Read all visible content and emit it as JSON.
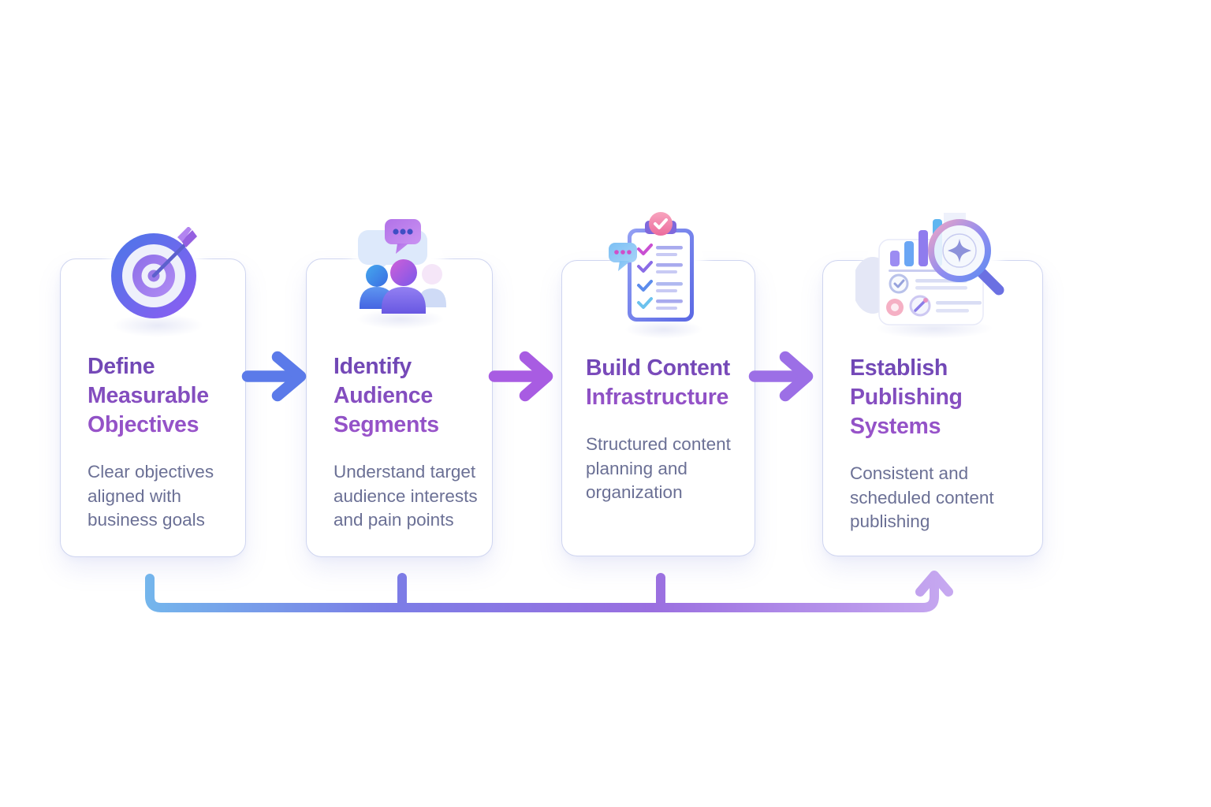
{
  "steps": [
    {
      "title": "Define Measurable Objectives",
      "description": "Clear objectives aligned with business goals",
      "icon": "target-bullseye-icon"
    },
    {
      "title": "Identify Audience Segments",
      "description": "Understand target audience interests and pain points",
      "icon": "audience-chat-icon"
    },
    {
      "title": "Build Content Infrastructure",
      "description": "Structured content planning and organization",
      "icon": "clipboard-checklist-icon"
    },
    {
      "title": "Establish Publishing Systems",
      "description": "Consistent and scheduled content publishing",
      "icon": "analytics-magnifier-icon"
    }
  ],
  "colors": {
    "step_arrow_1": "#5b7ae9",
    "step_arrow_2": "#a85ce2",
    "step_arrow_3": "#9c6fe6",
    "title_gradient_top": "#6a46b2",
    "title_gradient_bottom": "#9d55cc",
    "description_text": "#6b7095",
    "card_border": "#cfd5f0",
    "loop_gradient_start": "#74b6ec",
    "loop_gradient_end": "#c6a8f0",
    "background": "#ffffff"
  }
}
